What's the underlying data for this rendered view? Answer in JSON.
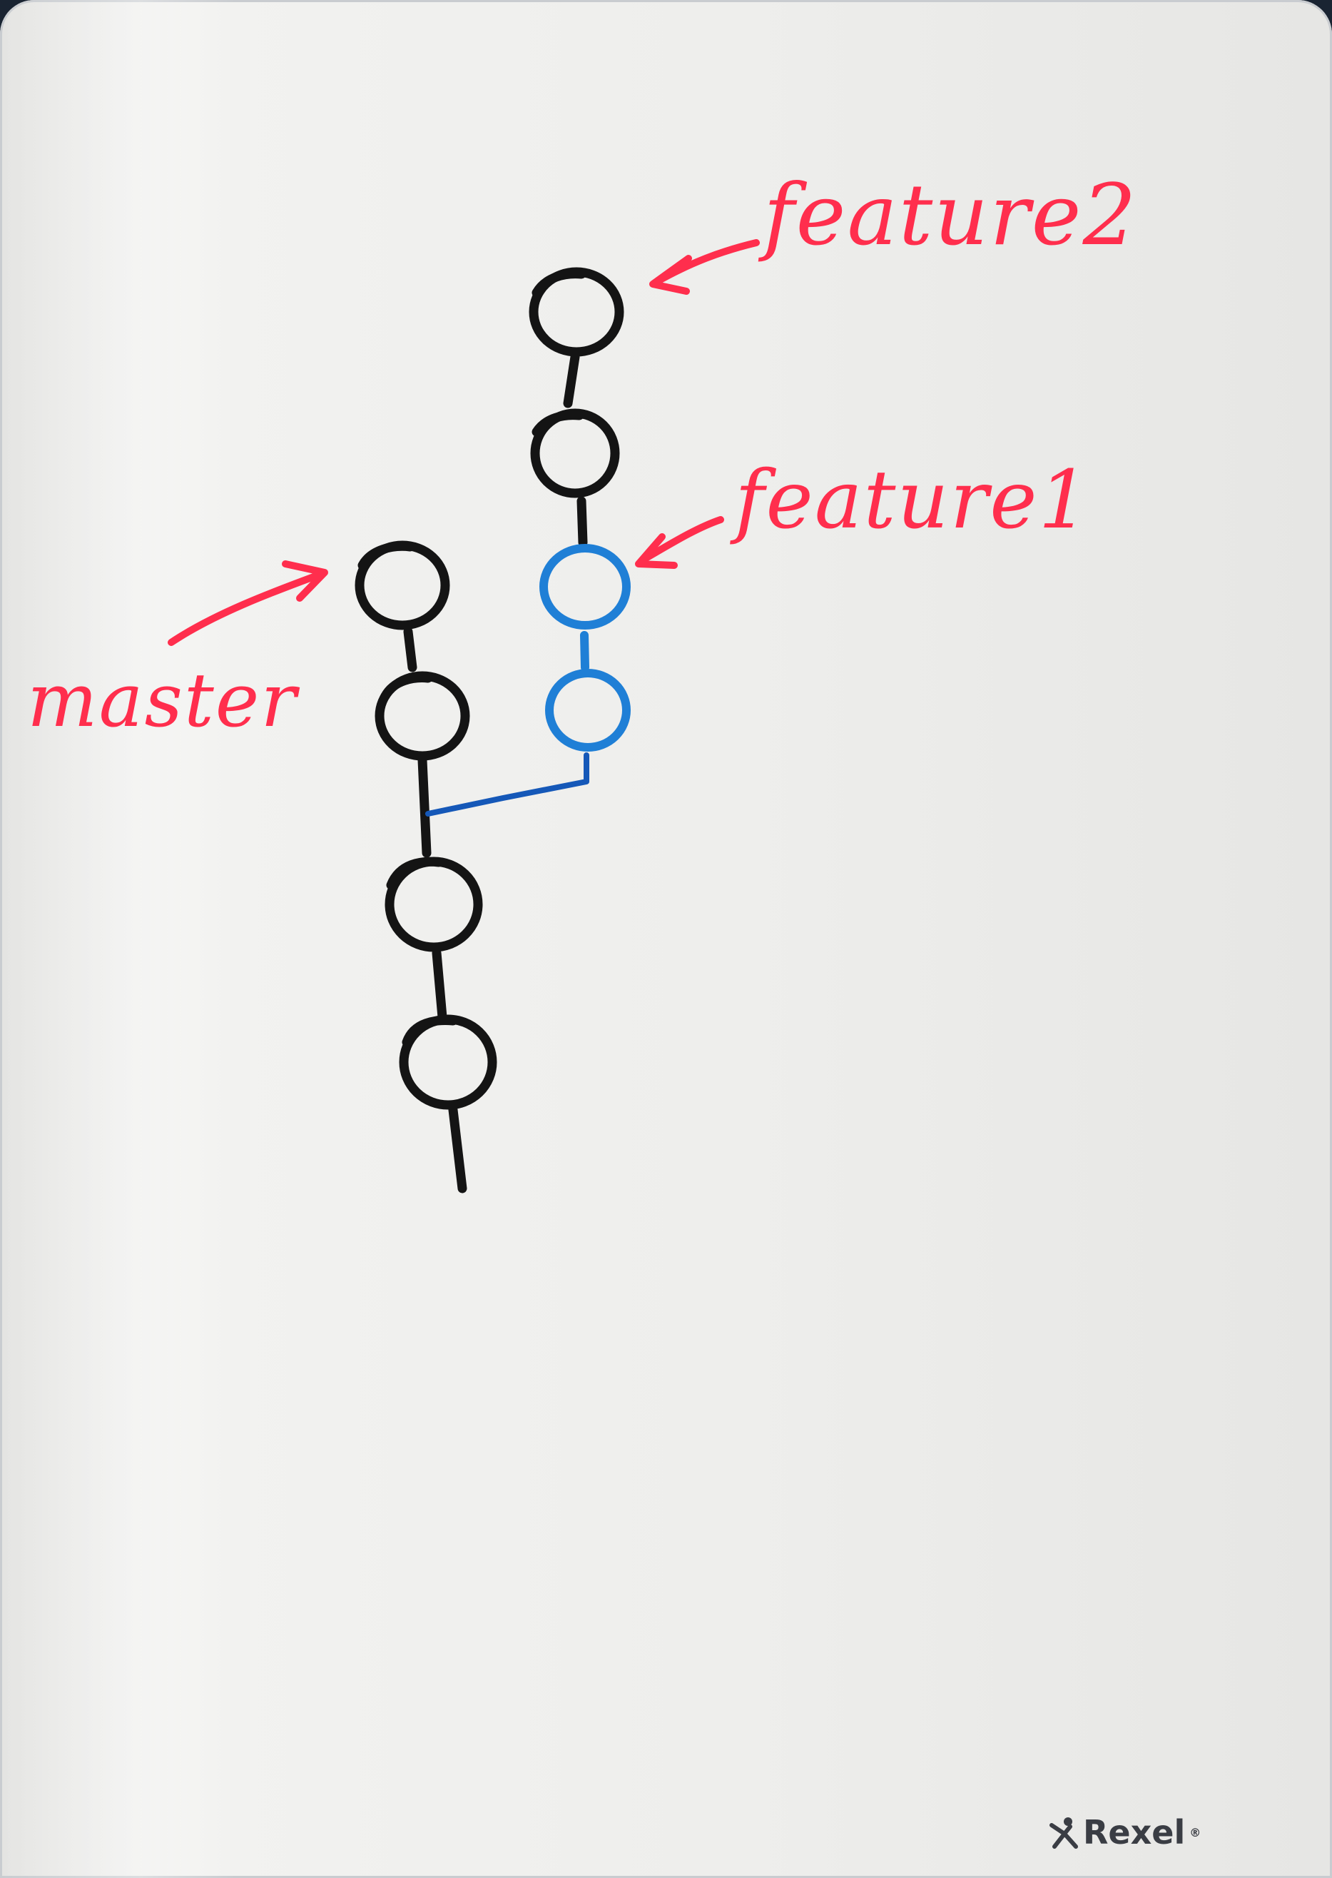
{
  "labels": {
    "feature2": "feature2",
    "feature1": "feature1",
    "master": "master"
  },
  "brand": {
    "name": "Rexel",
    "registered": "®",
    "logo_icon": "rexel-figure-icon"
  },
  "colors": {
    "board": "#eeeeec",
    "commit_ink": "#141414",
    "branch_ink": "#1f7fd6",
    "label_ink": "#ff2e4d"
  }
}
